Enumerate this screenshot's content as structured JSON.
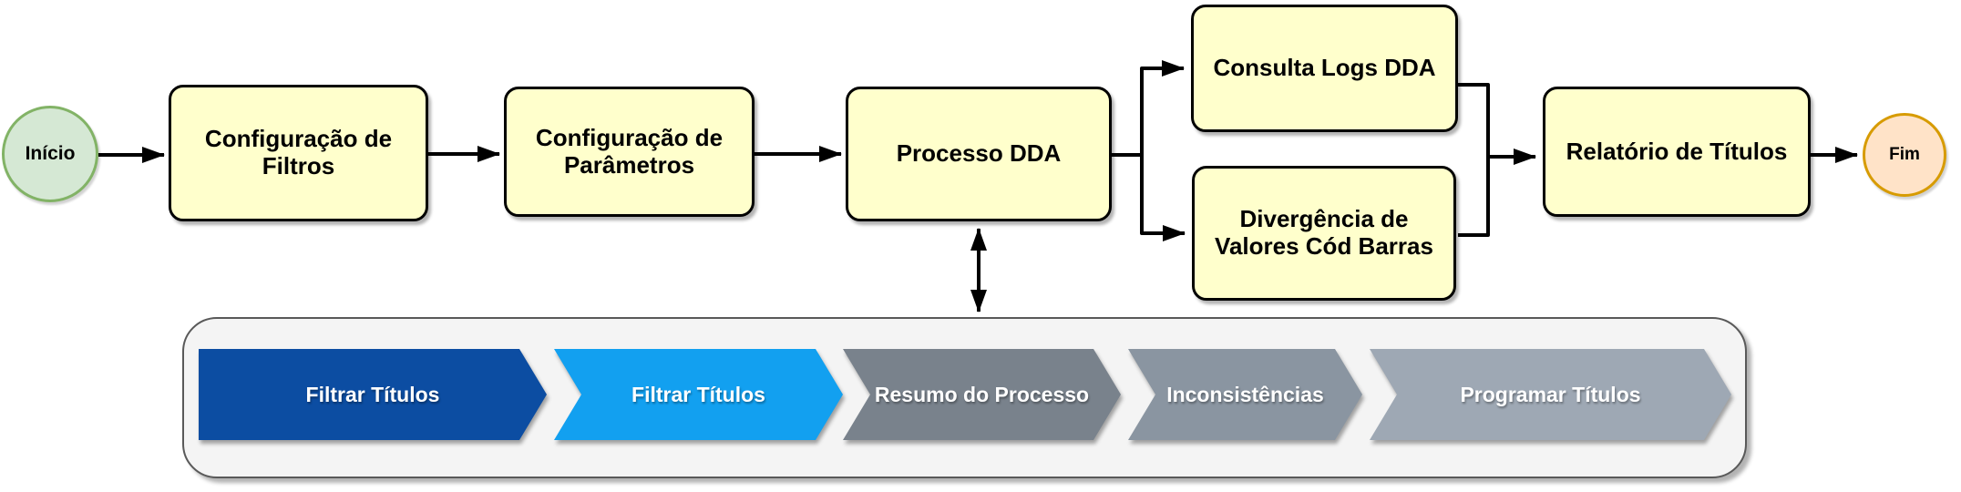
{
  "flowchart": {
    "start": {
      "label": "Início",
      "fill": "#D5E8D4",
      "border": "#82B366"
    },
    "end": {
      "label": "Fim",
      "fill": "#FFE3C8",
      "border": "#D79B00"
    },
    "node_style": {
      "fill": "#FFFFCC",
      "border": "#000000"
    },
    "nodes": [
      {
        "id": "configuracao-filtros",
        "label": "Configuração de Filtros"
      },
      {
        "id": "configuracao-parametros",
        "label": "Configuração de Parâmetros"
      },
      {
        "id": "processo-dda",
        "label": "Processo DDA"
      },
      {
        "id": "consulta-logs-dda",
        "label": "Consulta Logs DDA"
      },
      {
        "id": "divergencia-valores-cod-barras",
        "label": "Divergência de Valores Cód Barras"
      },
      {
        "id": "relatorio-titulos",
        "label": "Relatório de Títulos"
      }
    ]
  },
  "process_strip": {
    "steps": [
      {
        "label": "Filtrar Títulos",
        "color": "#0C4DA2"
      },
      {
        "label": "Filtrar Títulos",
        "color": "#12A0F0"
      },
      {
        "label": "Resumo do Processo",
        "color": "#79828C"
      },
      {
        "label": "Inconsistências",
        "color": "#8A95A1"
      },
      {
        "label": "Programar Títulos",
        "color": "#9EA8B4"
      }
    ]
  }
}
